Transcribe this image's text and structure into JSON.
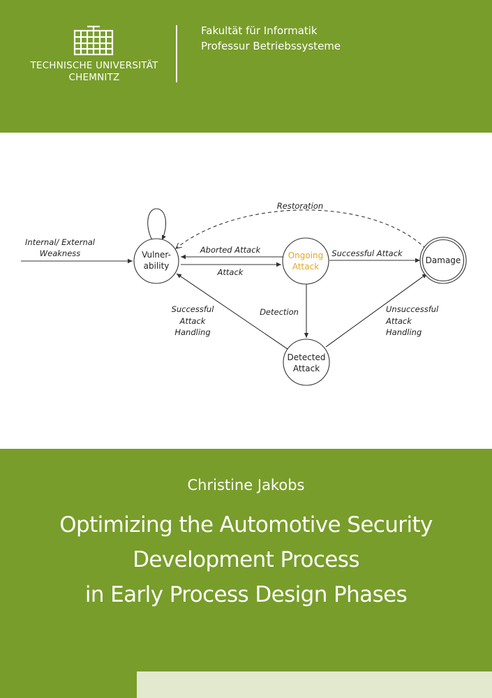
{
  "header": {
    "university_line1": "TECHNISCHE UNIVERSITÄT",
    "university_line2": "CHEMNITZ",
    "faculty_line1": "Fakultät für Informatik",
    "faculty_line2": "Professur Betriebssysteme",
    "logo_icon": "tu-chemnitz-building-logo-icon"
  },
  "diagram": {
    "states": {
      "vulnerability_line1": "Vulner-",
      "vulnerability_line2": "ability",
      "ongoing_line1": "Ongoing",
      "ongoing_line2": "Attack",
      "damage": "Damage",
      "detected_line1": "Detected",
      "detected_line2": "Attack"
    },
    "edges": {
      "restoration": "Restoration",
      "input_line1": "Internal/ External",
      "input_line2": "Weakness",
      "aborted_attack": "Aborted Attack",
      "attack": "Attack",
      "successful_attack": "Successful Attack",
      "detection": "Detection",
      "successful_handling_line1": "Successful",
      "successful_handling_line2": "Attack",
      "successful_handling_line3": "Handling",
      "unsuccessful_handling_line1": "Unsuccessful",
      "unsuccessful_handling_line2": "Attack",
      "unsuccessful_handling_line3": "Handling"
    },
    "colors": {
      "ongoing_text": "#e3a823",
      "line": "#333333"
    }
  },
  "footer": {
    "author": "Christine Jakobs",
    "title_line1": "Optimizing the Automotive Security",
    "title_line2": "Development Process",
    "title_line3": "in Early Process Design Phases"
  }
}
